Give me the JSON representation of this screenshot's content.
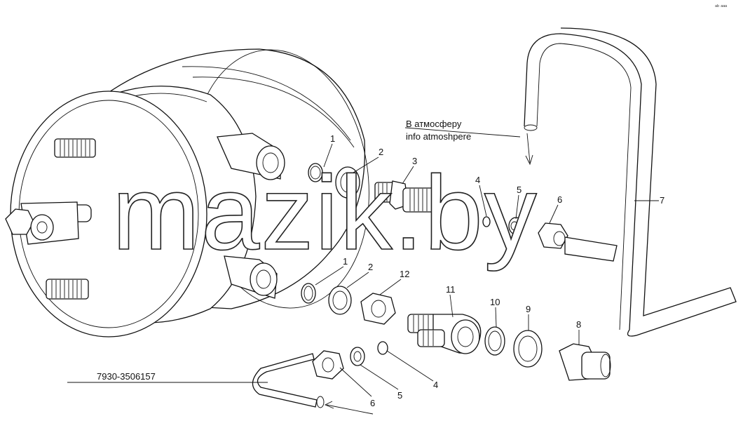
{
  "watermark": "mazik.by",
  "callouts": {
    "top_1": "1",
    "top_2": "2",
    "top_3": "3",
    "top_4": "4",
    "top_5": "5",
    "top_6": "6",
    "top_7": "7",
    "bot_1": "1",
    "bot_2": "2",
    "bot_12": "12",
    "bot_11": "11",
    "bot_10": "10",
    "bot_9": "9",
    "bot_8": "8",
    "bot_6": "6",
    "bot_5": "5",
    "bot_4": "4"
  },
  "atmosphere_note": {
    "line1": "В атмосферу",
    "line2": "info atmoshpere"
  },
  "part_number": "7930-3506157",
  "corner_mark": "ᵃᵇ ᵃᵃᵃ"
}
